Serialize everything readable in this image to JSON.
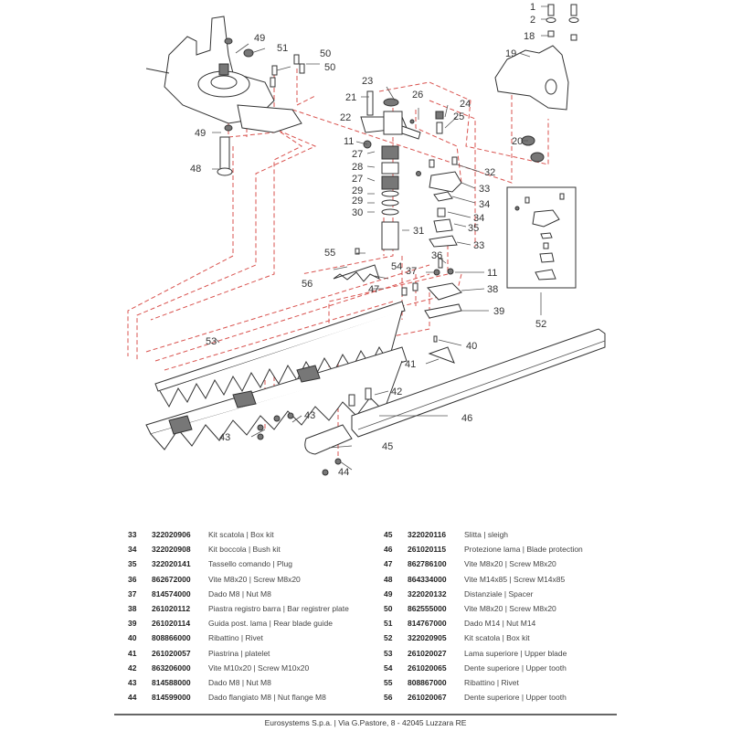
{
  "diagram": {
    "title": "Exploded parts diagram - hedge trimmer cutter bar assembly",
    "colors": {
      "line": "#333333",
      "dashed_guides": "#d9534f",
      "background": "#ffffff"
    },
    "callouts": {
      "c1": "1",
      "c2": "2",
      "c18": "18",
      "c19": "19",
      "c20": "20",
      "c21": "21",
      "c22": "22",
      "c23": "23",
      "c24": "24",
      "c25": "25",
      "c26": "26",
      "c11a": "11",
      "c27a": "27",
      "c28": "28",
      "c27b": "27",
      "c29a": "29",
      "c29b": "29",
      "c30": "30",
      "c31": "31",
      "c32": "32",
      "c33a": "33",
      "c34a": "34",
      "c34b": "34",
      "c35": "35",
      "c33b": "33",
      "c36": "36",
      "c37": "37",
      "c11b": "11",
      "c38": "38",
      "c39": "39",
      "c40": "40",
      "c41": "41",
      "c42": "42",
      "c43a": "43",
      "c43b": "43",
      "c44": "44",
      "c45": "45",
      "c46": "46",
      "c47": "47",
      "c48": "48",
      "c49a": "49",
      "c49b": "49",
      "c50a": "50",
      "c50b": "50",
      "c51": "51",
      "c52": "52",
      "c53": "53",
      "c54": "54",
      "c55": "55",
      "c56": "56"
    }
  },
  "parts_table": {
    "left": [
      {
        "num": "33",
        "code": "322020906",
        "desc": "Kit scatola | Box kit"
      },
      {
        "num": "34",
        "code": "322020908",
        "desc": "Kit boccola | Bush kit"
      },
      {
        "num": "35",
        "code": "322020141",
        "desc": "Tassello comando | Plug"
      },
      {
        "num": "36",
        "code": "862672000",
        "desc": "Vite M8x20 | Screw M8x20"
      },
      {
        "num": "37",
        "code": "814574000",
        "desc": "Dado M8 | Nut M8"
      },
      {
        "num": "38",
        "code": "261020112",
        "desc": "Piastra registro barra | Bar registrer plate"
      },
      {
        "num": "39",
        "code": "261020114",
        "desc": "Guida post. lama | Rear blade guide"
      },
      {
        "num": "40",
        "code": "808866000",
        "desc": "Ribattino | Rivet"
      },
      {
        "num": "41",
        "code": "261020057",
        "desc": "Piastrina | platelet"
      },
      {
        "num": "42",
        "code": "863206000",
        "desc": "Vite M10x20 | Screw M10x20"
      },
      {
        "num": "43",
        "code": "814588000",
        "desc": "Dado M8 | Nut M8"
      },
      {
        "num": "44",
        "code": "814599000",
        "desc": "Dado flangiato M8 | Nut flange M8"
      }
    ],
    "right": [
      {
        "num": "45",
        "code": "322020116",
        "desc": "Slitta | sleigh"
      },
      {
        "num": "46",
        "code": "261020115",
        "desc": "Protezione lama | Blade protection"
      },
      {
        "num": "47",
        "code": "862786100",
        "desc": "Vite M8x20 | Screw M8x20"
      },
      {
        "num": "48",
        "code": "864334000",
        "desc": "Vite M14x85 | Screw M14x85"
      },
      {
        "num": "49",
        "code": "322020132",
        "desc": "Distanziale | Spacer"
      },
      {
        "num": "50",
        "code": "862555000",
        "desc": "Vite M8x20 | Screw M8x20"
      },
      {
        "num": "51",
        "code": "814767000",
        "desc": "Dado M14 | Nut M14"
      },
      {
        "num": "52",
        "code": "322020905",
        "desc": "Kit scatola | Box kit"
      },
      {
        "num": "53",
        "code": "261020027",
        "desc": "Lama superiore | Upper blade"
      },
      {
        "num": "54",
        "code": "261020065",
        "desc": "Dente superiore | Upper tooth"
      },
      {
        "num": "55",
        "code": "808867000",
        "desc": "Ribattino | Rivet"
      },
      {
        "num": "56",
        "code": "261020067",
        "desc": "Dente superiore | Upper tooth"
      }
    ]
  },
  "footer": {
    "text": "Eurosystems S.p.a. | Via G.Pastore, 8 - 42045 Luzzara RE"
  }
}
